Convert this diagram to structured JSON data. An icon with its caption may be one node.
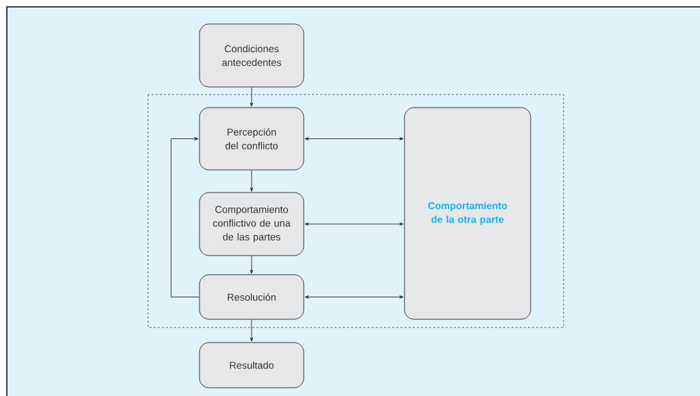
{
  "diagram": {
    "nodes": [
      {
        "text": [
          "Condiciones antecedentes"
        ]
      },
      {
        "text": [
          "Percepción del conflicto"
        ]
      },
      {
        "text": [
          "Comportamiento conflictivo de una de las partes"
        ]
      },
      {
        "text": [
          "Resolución"
        ]
      },
      {
        "text": [
          "Resultado"
        ]
      },
      {
        "text": [
          "Comportamiento de la otra parte"
        ]
      }
    ],
    "edges": [
      {
        "from": 0,
        "to": 1,
        "arrow": "to"
      },
      {
        "from": 1,
        "to": 2,
        "arrow": "to"
      },
      {
        "from": 2,
        "to": 3,
        "arrow": "to"
      },
      {
        "from": 3,
        "to": 4,
        "arrow": "to"
      },
      {
        "from": 3,
        "to": 1,
        "arrow": "to"
      },
      {
        "from": 1,
        "to": 5,
        "arrow": "both"
      },
      {
        "from": 2,
        "to": 5,
        "arrow": "both"
      },
      {
        "from": 3,
        "to": 5,
        "arrow": "both"
      }
    ]
  }
}
